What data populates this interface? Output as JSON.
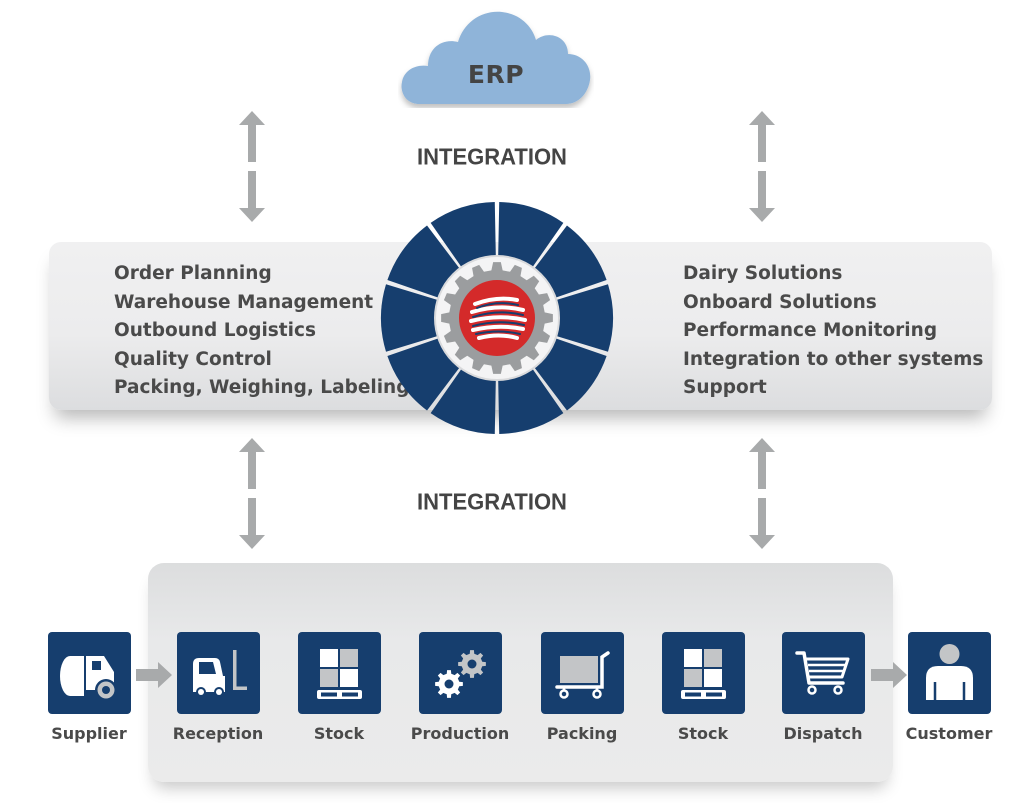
{
  "colors": {
    "navy": "#163e6e",
    "gray_arrow": "#a8aaab",
    "cloud": "#8fb4d9",
    "red_logo": "#d42a2a",
    "light_gray_icon": "#c3c5c7",
    "text": "#4a4a4a"
  },
  "cloud": {
    "label": "ERP",
    "icon": "cloud-icon"
  },
  "integration_labels": {
    "top": "INTEGRATION",
    "bottom": "INTEGRATION"
  },
  "core": {
    "icon": "gear-globe-logo-icon",
    "wheel_segments": 10,
    "left_features": [
      "Order Planning",
      "Warehouse Management",
      "Outbound Logistics",
      "Quality Control",
      "Packing, Weighing, Labeling"
    ],
    "right_features": [
      "Dairy Solutions",
      "Onboard Solutions",
      "Performance Monitoring",
      "Integration to other systems",
      "Support"
    ]
  },
  "process_steps": [
    {
      "label": "Supplier",
      "icon": "truck-icon"
    },
    {
      "label": "Reception",
      "icon": "forklift-icon"
    },
    {
      "label": "Stock",
      "icon": "pallet-stock-icon"
    },
    {
      "label": "Production",
      "icon": "gears-icon"
    },
    {
      "label": "Packing",
      "icon": "cart-box-icon"
    },
    {
      "label": "Stock",
      "icon": "pallet-stock-icon"
    },
    {
      "label": "Dispatch",
      "icon": "shopping-cart-icon"
    },
    {
      "label": "Customer",
      "icon": "person-icon"
    }
  ]
}
